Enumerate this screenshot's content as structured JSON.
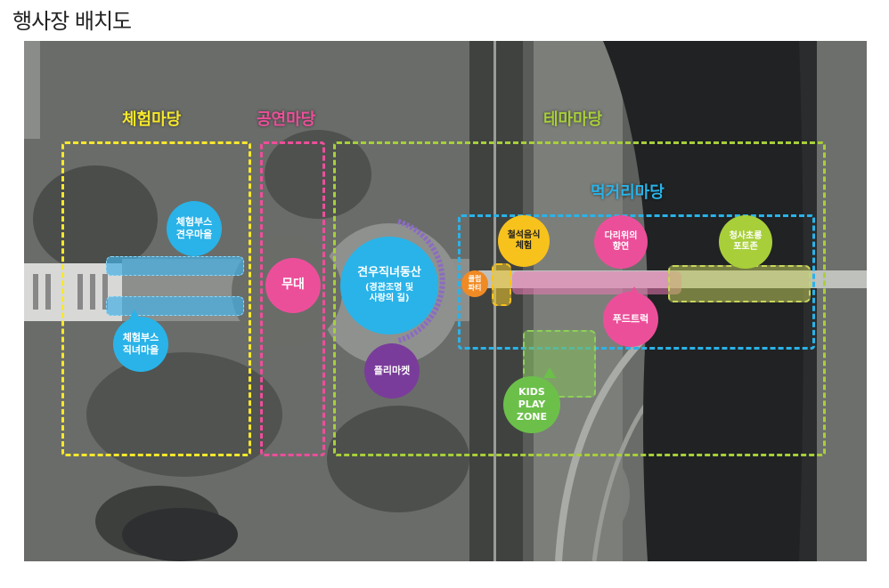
{
  "page": {
    "title": "행사장 배치도"
  },
  "colors": {
    "yellow": "#f7e82b",
    "pink": "#ec4f9a",
    "lime": "#a8cf3a",
    "cyan": "#29b3e8",
    "purple": "#7a3c9a",
    "orange": "#f08a24",
    "green": "#6cc04a",
    "gold": "#f8c21c"
  },
  "zones": {
    "experience": {
      "label": "체험마당"
    },
    "performance": {
      "label": "공연마당"
    },
    "theme": {
      "label": "테마마당"
    },
    "food": {
      "label": "먹거리마당"
    }
  },
  "markers": {
    "booth_gyeonwoo": "체험부스\n견우마을",
    "booth_jiknyeo": "체험부스\n직녀마을",
    "stage": "무대",
    "hill_title": "견우직녀동산",
    "hill_sub": "(경관조명 및\n사랑의 길)",
    "flea_market": "플리마켓",
    "club_party": "클럽\n파티",
    "iron_food": "철석음식\n체험",
    "bridge_show": "다리위의\n향연",
    "youth_zone": "청사초롱\n포토존",
    "food_truck": "푸드트럭",
    "kids_zone": "KIDS\nPLAY\nZONE"
  }
}
